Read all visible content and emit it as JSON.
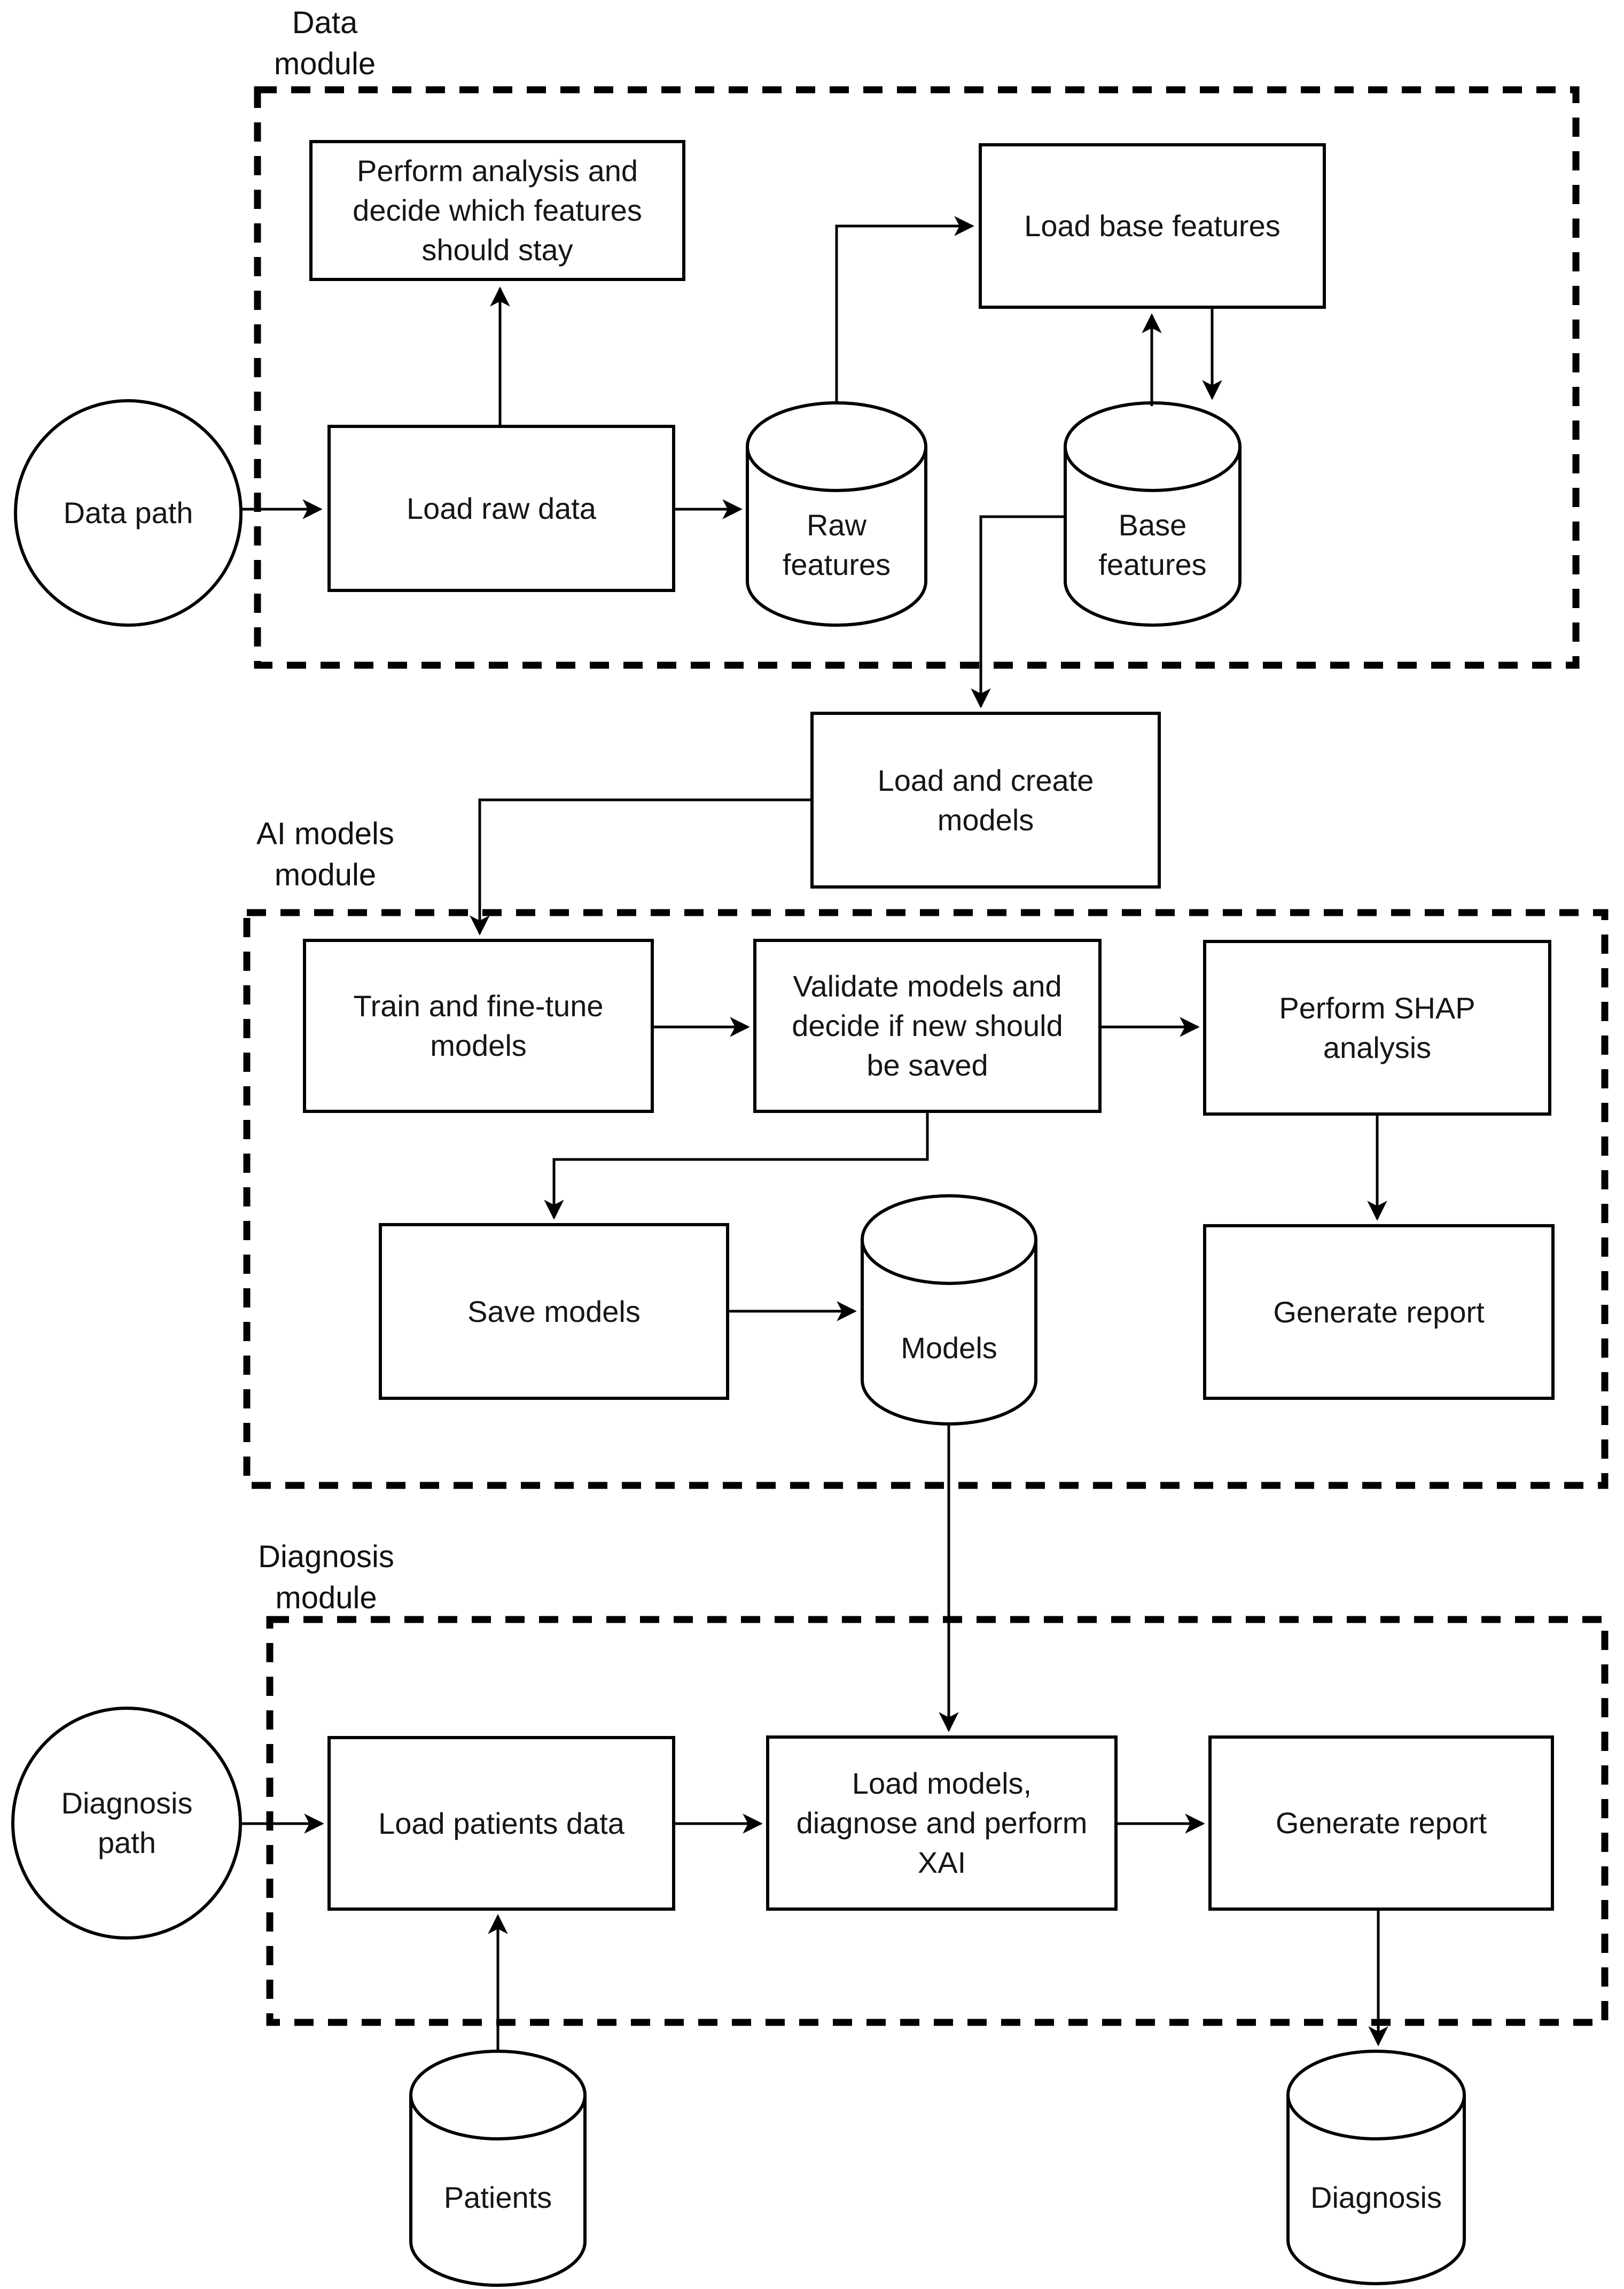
{
  "modules": {
    "data": {
      "label": "Data\nmodule"
    },
    "ai": {
      "label": "AI models\nmodule"
    },
    "diagnosis": {
      "label": "Diagnosis\nmodule"
    }
  },
  "nodes": {
    "data_path": {
      "label": "Data path",
      "shape": "ellipse"
    },
    "load_raw_data": {
      "label": "Load raw data",
      "shape": "process"
    },
    "perform_analysis": {
      "label": "Perform analysis and\ndecide which features\nshould stay",
      "shape": "process"
    },
    "raw_features": {
      "label": "Raw\nfeatures",
      "shape": "database"
    },
    "load_base_features": {
      "label": "Load base features",
      "shape": "process"
    },
    "base_features": {
      "label": "Base\nfeatures",
      "shape": "database"
    },
    "load_and_create_models": {
      "label": "Load and create\nmodels",
      "shape": "process"
    },
    "train_and_finetune_models": {
      "label": "Train and fine-tune\nmodels",
      "shape": "process"
    },
    "validate_models": {
      "label": "Validate models and\ndecide if new should\nbe saved",
      "shape": "process"
    },
    "perform_shap_analysis": {
      "label": "Perform SHAP\nanalysis",
      "shape": "process"
    },
    "save_models": {
      "label": "Save models",
      "shape": "process"
    },
    "models": {
      "label": "Models",
      "shape": "database"
    },
    "generate_report_ai": {
      "label": "Generate report",
      "shape": "process"
    },
    "diagnosis_path": {
      "label": "Diagnosis\npath",
      "shape": "ellipse"
    },
    "load_patients_data": {
      "label": "Load patients data",
      "shape": "process"
    },
    "load_models_diagnose_xai": {
      "label": "Load models,\ndiagnose and perform\nXAI",
      "shape": "process"
    },
    "generate_report_diagnosis": {
      "label": "Generate report",
      "shape": "process"
    },
    "patients": {
      "label": "Patients",
      "shape": "database"
    },
    "diagnosis": {
      "label": "Diagnosis",
      "shape": "database"
    }
  },
  "edges": [
    {
      "from": "data_path",
      "to": "load_raw_data"
    },
    {
      "from": "load_raw_data",
      "to": "perform_analysis"
    },
    {
      "from": "load_raw_data",
      "to": "raw_features"
    },
    {
      "from": "raw_features",
      "to": "load_base_features"
    },
    {
      "from": "base_features",
      "to": "load_base_features"
    },
    {
      "from": "load_base_features",
      "to": "base_features"
    },
    {
      "from": "base_features",
      "to": "load_and_create_models"
    },
    {
      "from": "load_and_create_models",
      "to": "train_and_finetune_models"
    },
    {
      "from": "train_and_finetune_models",
      "to": "validate_models"
    },
    {
      "from": "validate_models",
      "to": "perform_shap_analysis"
    },
    {
      "from": "validate_models",
      "to": "save_models"
    },
    {
      "from": "save_models",
      "to": "models"
    },
    {
      "from": "perform_shap_analysis",
      "to": "generate_report_ai"
    },
    {
      "from": "models",
      "to": "load_models_diagnose_xai"
    },
    {
      "from": "diagnosis_path",
      "to": "load_patients_data"
    },
    {
      "from": "patients",
      "to": "load_patients_data"
    },
    {
      "from": "load_patients_data",
      "to": "load_models_diagnose_xai"
    },
    {
      "from": "load_models_diagnose_xai",
      "to": "generate_report_diagnosis"
    },
    {
      "from": "generate_report_diagnosis",
      "to": "diagnosis"
    }
  ],
  "colors": {
    "line": "#000000",
    "background": "#ffffff",
    "text": "#151515"
  }
}
